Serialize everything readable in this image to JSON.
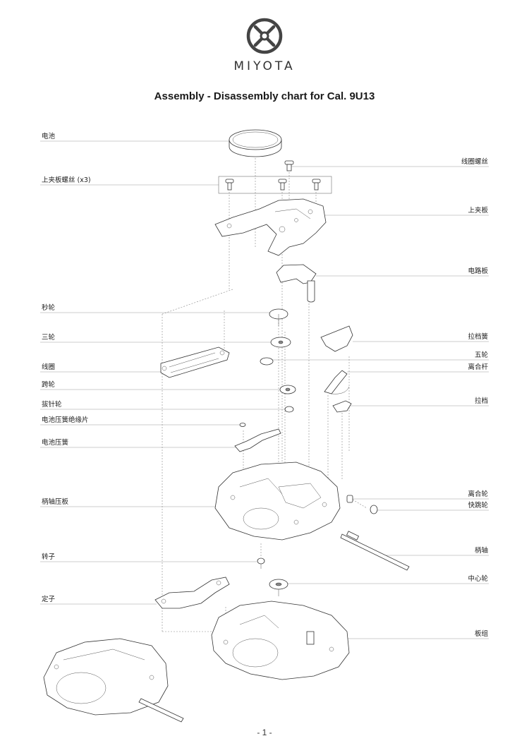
{
  "brand": "MIYOTA",
  "title": "Assembly - Disassembly chart for Cal. 9U13",
  "footer": "- 1 -",
  "left_labels": [
    "电池",
    "上夹板螺丝 (x3)",
    "秒轮",
    "三轮",
    "线圈",
    "跨轮",
    "拔针轮",
    "电池压簧绝缘片",
    "电池压簧",
    "柄轴压板",
    "转子",
    "定子"
  ],
  "right_labels": [
    "线圈螺丝",
    "上夹板",
    "电路板",
    "拉档簧",
    "五轮",
    "离合杆",
    "拉档",
    "离合轮",
    "快跳轮",
    "柄轴",
    "中心轮",
    "板组"
  ],
  "icons": {
    "logo": "miyota-logo-icon"
  }
}
